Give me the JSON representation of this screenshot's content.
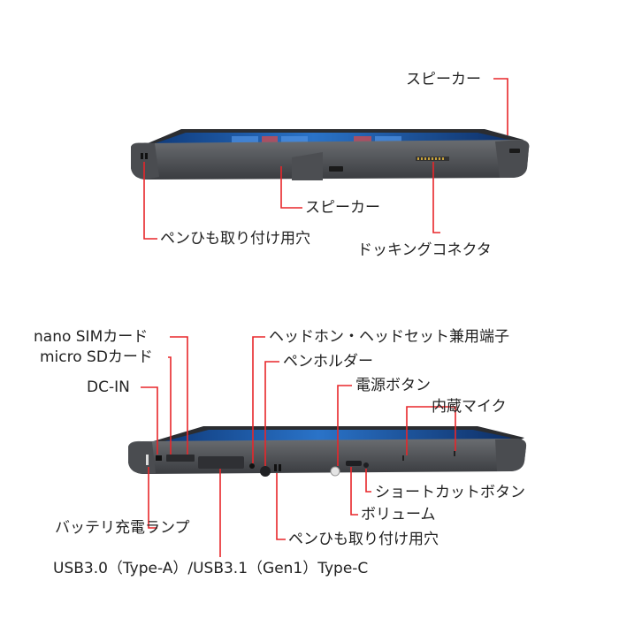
{
  "colors": {
    "leader_line": "#e8262a",
    "device_frame": "#55585c",
    "device_frame_dark": "#3c3e42",
    "screen_blue": "#1f5fb0",
    "screen_dark": "#123a78",
    "background": "#ffffff"
  },
  "top_view": {
    "speaker_top_right": "スピーカー",
    "speaker_front": "スピーカー",
    "strap_hole": "ペンひも取り付け用穴",
    "docking_connector": "ドッキングコネクタ"
  },
  "side_view": {
    "nano_sim": "nano SIMカード",
    "micro_sd": "micro SDカード",
    "dc_in": "DC-IN",
    "headphone_jack": "ヘッドホン・ヘッドセット兼用端子",
    "pen_holder": "ペンホルダー",
    "power_button": "電源ボタン",
    "microphone": "内蔵マイク",
    "shortcut_button": "ショートカットボタン",
    "volume": "ボリューム",
    "battery_lamp": "バッテリ充電ランプ",
    "strap_hole": "ペンひも取り付け用穴",
    "usb_ports": "USB3.0（Type-A）/USB3.1（Gen1）Type-C"
  }
}
